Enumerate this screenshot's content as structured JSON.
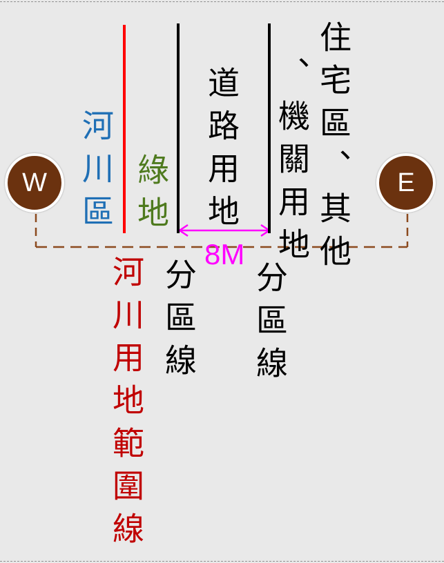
{
  "zones": {
    "river_zone": "河川區",
    "green_space": "綠地",
    "road_land": "道路用地",
    "residential_agency": "住宅區、其他",
    "agency_land": "、機關用地"
  },
  "boundaries": {
    "river_land_boundary": "河川用地範圍線",
    "zoning_line_left": "分區線",
    "zoning_line_right": "分區線"
  },
  "road_width": "8M",
  "compass": {
    "west": "W",
    "east": "E"
  },
  "colors": {
    "river_zone": "#1f6fb5",
    "green_space": "#4e7a1e",
    "river_boundary": "#c00000",
    "river_boundary_line": "#ff0000",
    "zoning_line": "#000000",
    "dimension": "#ff00ff",
    "compass_fill": "#6b320f",
    "baseline": "#8b4a1e",
    "background": "#e9e9e9"
  }
}
